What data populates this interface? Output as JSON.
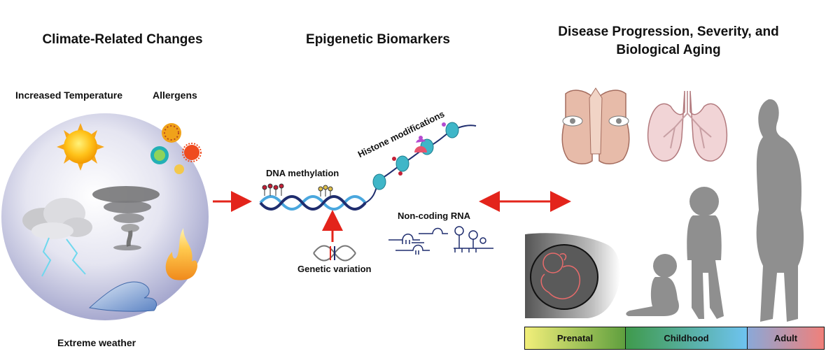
{
  "headings": {
    "climate": "Climate-Related Changes",
    "epigenetic": "Epigenetic Biomarkers",
    "disease_line1": "Disease Progression, Severity, and",
    "disease_line2": "Biological Aging"
  },
  "climate_labels": {
    "temperature": "Increased Temperature",
    "allergens": "Allergens",
    "extreme_weather": "Extreme weather"
  },
  "epigenetic_labels": {
    "dna_methylation": "DNA methylation",
    "histone_modifications": "Histone modifications",
    "non_coding_rna": "Non-coding RNA",
    "genetic_variation": "Genetic variation"
  },
  "timeline": [
    {
      "label": "Prenatal",
      "from": "#f2ef7a",
      "to": "#5f9f3e"
    },
    {
      "label": "Childhood",
      "from": "#3f9a4c",
      "to": "#6ec3f0"
    },
    {
      "label": "Adult",
      "from": "#8aa8d8",
      "to": "#f0807a"
    }
  ],
  "colors": {
    "arrow": "#e3241b",
    "silhouette": "#8f8f8f",
    "nucleosome": "#3fb6c8"
  }
}
